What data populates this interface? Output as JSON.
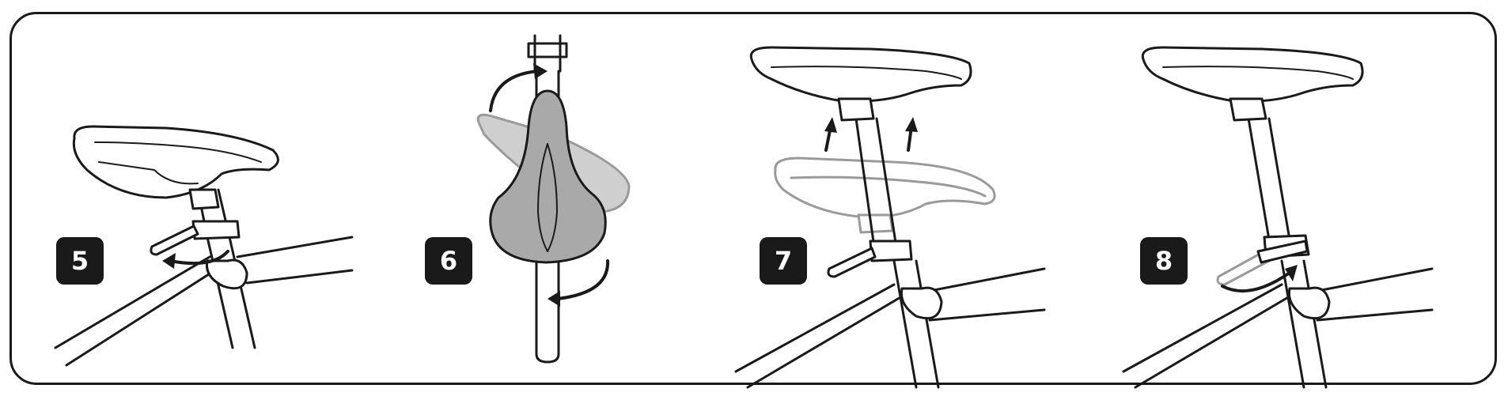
{
  "steps": [
    {
      "number": "5"
    },
    {
      "number": "6"
    },
    {
      "number": "7"
    },
    {
      "number": "8"
    }
  ],
  "colors": {
    "outline": "#1a1a1a",
    "ghost_outline": "#9a9a9a",
    "saddle_fill": "#a9a9a9",
    "badge_bg": "#1a1a1a",
    "badge_text": "#ffffff"
  }
}
